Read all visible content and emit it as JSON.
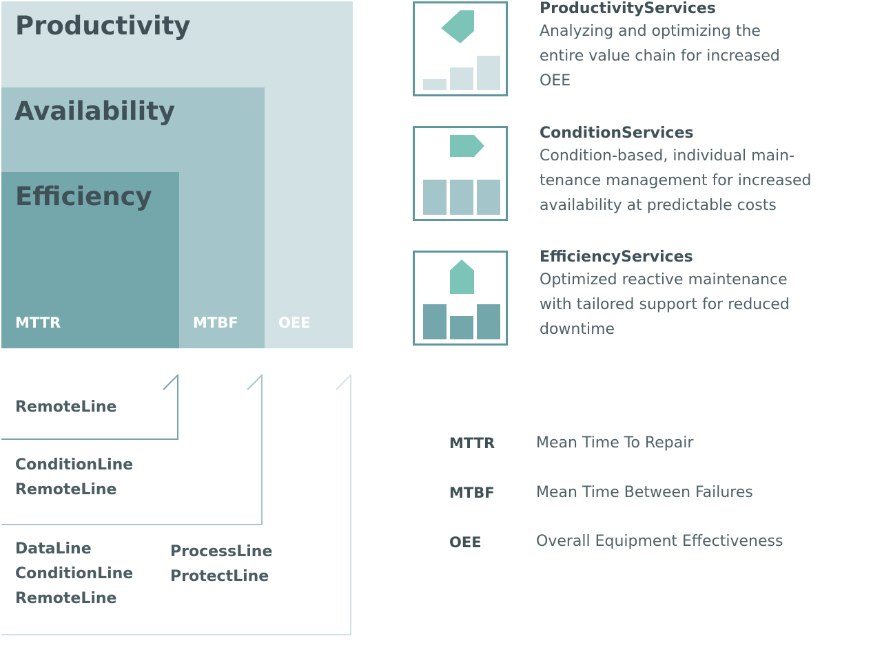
{
  "boxes": {
    "productivity": "Productivity",
    "availability": "Availability",
    "efficiency": "Efficiency"
  },
  "metrics": {
    "mttr": "MTTR",
    "mtbf": "MTBF",
    "oee": "OEE"
  },
  "product_lines": {
    "efficiency_group": [
      "RemoteLine"
    ],
    "availability_group": [
      "ConditionLine",
      "RemoteLine"
    ],
    "productivity_group_col1": [
      "DataLine",
      "ConditionLine",
      "RemoteLine"
    ],
    "productivity_group_col2": [
      "ProcessLine",
      "ProtectLine"
    ]
  },
  "services": [
    {
      "title": "ProductivityServices",
      "description": [
        "Analyzing and optimizing the",
        "entire value chain for increased",
        "OEE"
      ]
    },
    {
      "title": "ConditionServices",
      "description": [
        "Condition-based, individual main-",
        "tenance management for increased",
        "availability at predictable costs"
      ]
    },
    {
      "title": "EfficiencyServices",
      "description": [
        "Optimized reactive maintenance",
        "with tailored support for reduced",
        "downtime"
      ]
    }
  ],
  "legend": [
    {
      "abbr": "MTTR",
      "text": "Mean Time To Repair"
    },
    {
      "abbr": "MTBF",
      "text": "Mean Time Between Failures"
    },
    {
      "abbr": "OEE",
      "text": "Overall Equipment Effectiveness"
    }
  ],
  "colors": {
    "light": "#d2e2e4",
    "medium": "#a4c6ca",
    "dark": "#73a7ab",
    "accent": "#7cc4b8",
    "border": "#5d979b",
    "text": "#3f5157"
  }
}
